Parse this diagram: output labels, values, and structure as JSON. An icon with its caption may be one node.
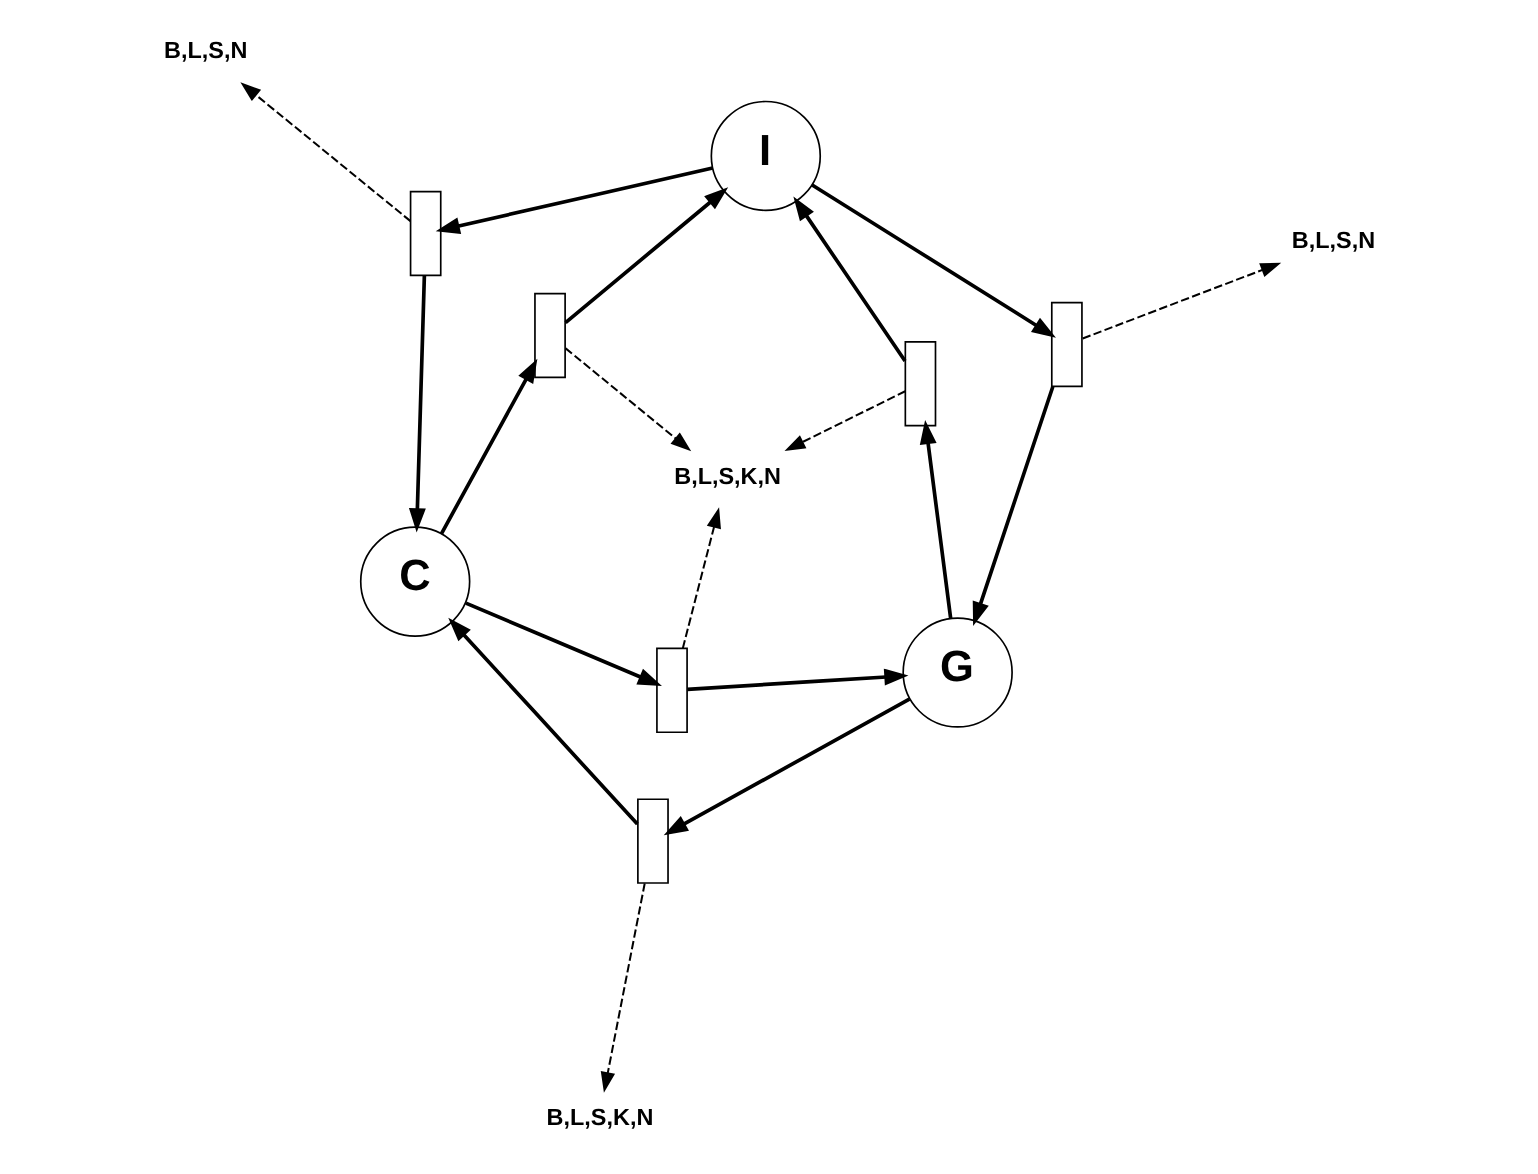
{
  "diagram": {
    "nodes": [
      {
        "text": [
          "B,L,S,N"
        ]
      },
      {
        "text": [],
        "shape": "box"
      },
      {
        "text": [
          "C"
        ]
      },
      {
        "text": [
          "I"
        ]
      },
      {
        "text": [],
        "shape": "box"
      },
      {
        "text": [],
        "shape": "box"
      },
      {
        "text": [],
        "shape": "box"
      },
      {
        "text": [
          "B,L,S,K,N"
        ]
      },
      {
        "text": [],
        "shape": "box"
      },
      {
        "text": [],
        "shape": "box"
      },
      {
        "text": [
          "G"
        ]
      },
      {
        "text": [
          "B,L,S,K,N"
        ]
      },
      {
        "text": [
          "B,L,S,N"
        ]
      }
    ],
    "edges": [
      {
        "from": 2,
        "to": 1,
        "arrow": "to"
      },
      {
        "from": 1,
        "to": 3,
        "arrow": "to"
      },
      {
        "from": 3,
        "to": 4,
        "arrow": "to"
      },
      {
        "from": 4,
        "to": 2,
        "arrow": "to"
      },
      {
        "from": 2,
        "to": 5,
        "arrow": "to"
      },
      {
        "from": 5,
        "to": 10,
        "arrow": "to"
      },
      {
        "from": 10,
        "to": 6,
        "arrow": "to"
      },
      {
        "from": 6,
        "to": 3,
        "arrow": "to"
      },
      {
        "from": 3,
        "to": 8,
        "arrow": "to"
      },
      {
        "from": 8,
        "to": 10,
        "arrow": "to"
      },
      {
        "from": 10,
        "to": 9,
        "arrow": "to"
      },
      {
        "from": 9,
        "to": 2,
        "arrow": "to"
      },
      {
        "from": 4,
        "to": 0,
        "arrow": "to",
        "style": "dashed"
      },
      {
        "from": 1,
        "to": 7,
        "arrow": "to",
        "style": "dashed"
      },
      {
        "from": 5,
        "to": 7,
        "arrow": "to",
        "style": "dashed"
      },
      {
        "from": 6,
        "to": 7,
        "arrow": "to",
        "style": "dashed"
      },
      {
        "from": 9,
        "to": 11,
        "arrow": "to",
        "style": "dashed"
      },
      {
        "from": 8,
        "to": 12,
        "arrow": "to",
        "style": "dashed"
      }
    ]
  }
}
